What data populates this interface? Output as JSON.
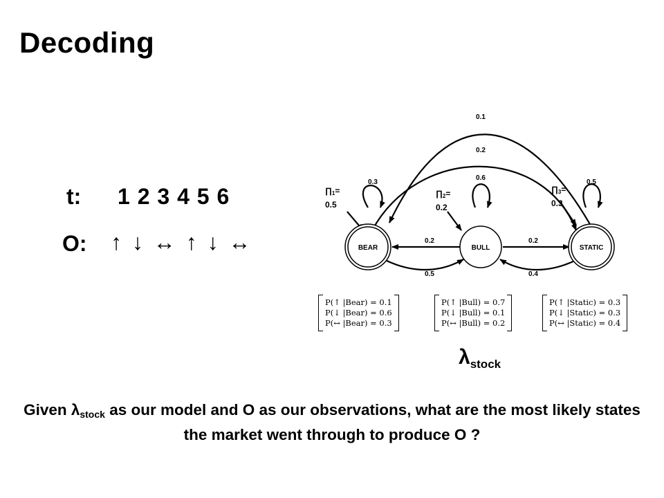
{
  "title": "Decoding",
  "time_row": {
    "label": "t:",
    "values": "1 2 3 4 5 6"
  },
  "obs_row": {
    "label": "O:",
    "values": "↑ ↓ ↔ ↑ ↓ ↔"
  },
  "states": [
    "BEAR",
    "BULL",
    "STATIC"
  ],
  "initial_probs": [
    {
      "symbol": "∏",
      "index": "1",
      "eq": "=",
      "value": "0.5"
    },
    {
      "symbol": "∏",
      "index": "2",
      "eq": "=",
      "value": "0.2"
    },
    {
      "symbol": "∏",
      "index": "3",
      "eq": "=",
      "value": "0.3"
    }
  ],
  "transitions": {
    "bear_self": "0.3",
    "bull_self": "0.6",
    "static_self": "0.5",
    "bull_to_bear": "0.2",
    "bear_to_bull": "0.5",
    "bull_to_static": "0.2",
    "static_to_bull": "0.4",
    "static_to_bear": "0.1",
    "bear_to_static": "0.2"
  },
  "emissions": [
    [
      "P(↑ |Bear) = 0.1",
      "P(↓ |Bear) = 0.6",
      "P(↔ |Bear) = 0.3"
    ],
    [
      "P(↑ |Bull) = 0.7",
      "P(↓ |Bull) = 0.1",
      "P(↔ |Bull) = 0.2"
    ],
    [
      "P(↑ |Static) = 0.3",
      "P(↓ |Static) = 0.3",
      "P(↔ |Static) = 0.4"
    ]
  ],
  "model_label": {
    "symbol": "λ",
    "sub": "stock"
  },
  "question": {
    "part1": "Given ",
    "symbol": "λ",
    "sub": "stock",
    "part2": " as our model and O as our observations, what are the most likely states the market went through to produce O ?"
  }
}
